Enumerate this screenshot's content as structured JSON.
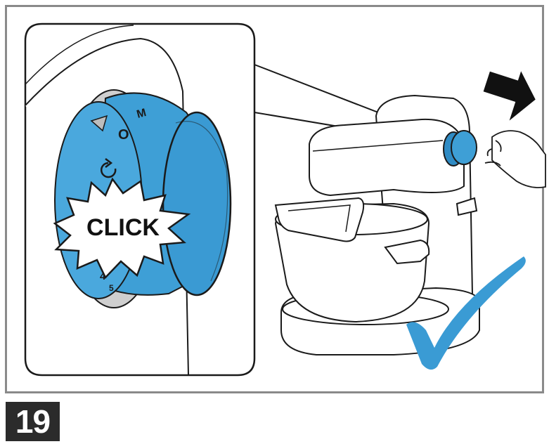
{
  "step": {
    "number": "19"
  },
  "callout": {
    "click_text": "CLICK"
  },
  "dial": {
    "marks": [
      "M",
      "O",
      "4",
      "5"
    ]
  },
  "colors": {
    "frame": "#8a8a8a",
    "dial_blue": "#3e9fd6",
    "dial_blue_dark": "#2f8bc4",
    "check_blue": "#3a9bd4",
    "outline": "#1a1a1a",
    "badge_bg": "#2b2b2b"
  },
  "icons": [
    "push-arrow-icon",
    "check-mark-icon",
    "pointing-hand-icon",
    "rotate-icon",
    "pointer-triangle-icon"
  ]
}
